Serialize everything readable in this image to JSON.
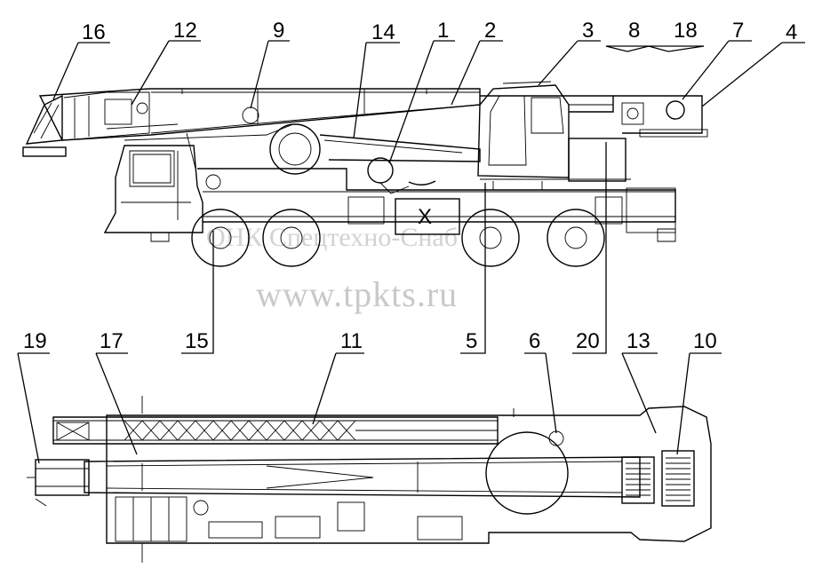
{
  "watermark": {
    "top_text": "ОНК Спецтехно-Снаб",
    "url_text": "www.tpkts.ru"
  },
  "callouts_top": [
    "16",
    "12",
    "9",
    "14",
    "1",
    "2",
    "3",
    "8",
    "18",
    "7",
    "4"
  ],
  "callouts_mid": [
    "15",
    "5",
    "20"
  ],
  "callouts_bottom": [
    "19",
    "17",
    "11",
    "6",
    "13",
    "10"
  ],
  "cab_badge": "X"
}
